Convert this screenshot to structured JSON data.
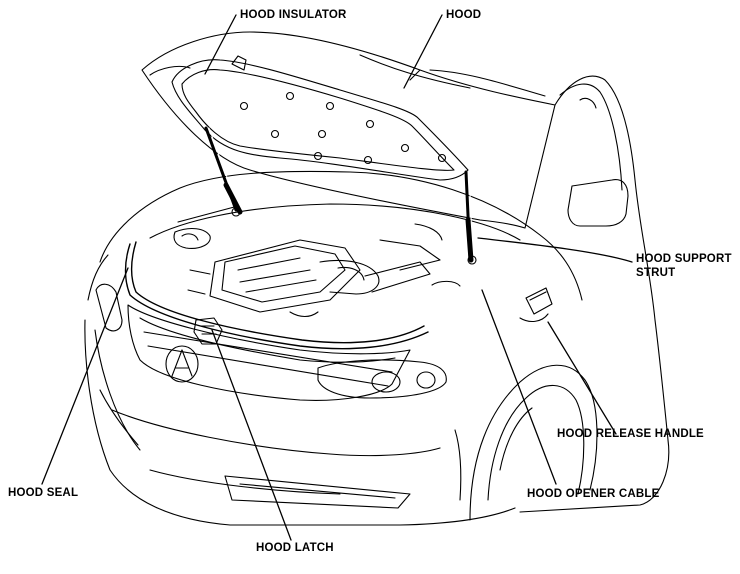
{
  "labels": {
    "hood_insulator": "HOOD INSULATOR",
    "hood": "HOOD",
    "hood_support_strut_line1": "HOOD SUPPORT",
    "hood_support_strut_line2": "STRUT",
    "hood_release_handle": "HOOD RELEASE HANDLE",
    "hood_seal": "HOOD SEAL",
    "hood_opener_cable": "HOOD OPENER CABLE",
    "hood_latch": "HOOD LATCH"
  }
}
